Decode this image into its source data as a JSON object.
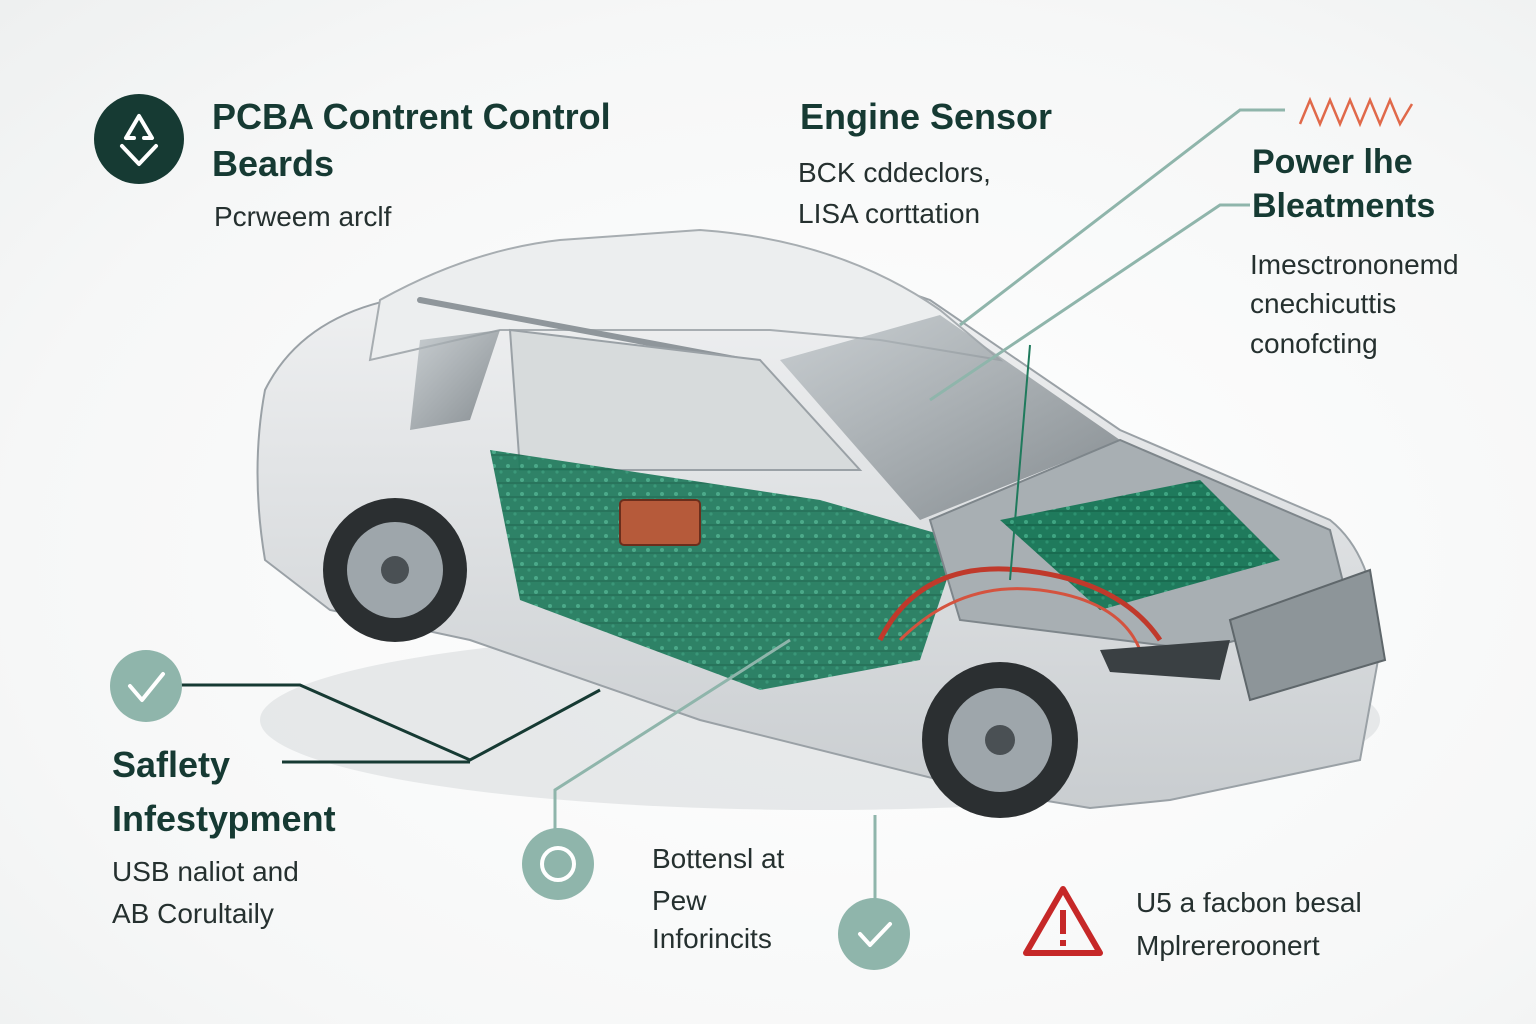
{
  "callouts": {
    "pcba": {
      "title_line1": "PCBA Contrent Control",
      "title_line2": "Beards",
      "body_line1": "Pcrweem arclf"
    },
    "engine": {
      "title": "Engine Sensor",
      "body_line1": "BCK cddeclors,",
      "body_line2": "LISA corttation"
    },
    "power": {
      "title_line1": "Power lhe",
      "title_line2": "Bleatments",
      "body_line1": "Imesctrononemd",
      "body_line2": "cnechicuttis",
      "body_line3": "conofcting"
    },
    "safety": {
      "title_line1": "Saflety",
      "title_line2": "Infestурment",
      "body_line1": "USB naliot and",
      "body_line2": "AB Corultaily"
    },
    "bottom": {
      "body_line1": "Bottensl at",
      "body_line2": "Pew",
      "body_line3": "Inforincits"
    },
    "warning": {
      "body_line1": "U5 a facbon besal",
      "body_line2": "Mplrereroonert"
    }
  },
  "colors": {
    "dark_green": "#163a33",
    "teal_line": "#8fb5ab",
    "pcb_green": "#1f7a5c",
    "warning_red": "#c62828",
    "wave_orange": "#e0694a",
    "car_body": "#e4e6e8"
  },
  "icons": [
    "recycle-icon",
    "wave-icon",
    "check-circle-icon",
    "target-circle-icon",
    "warning-icon"
  ]
}
